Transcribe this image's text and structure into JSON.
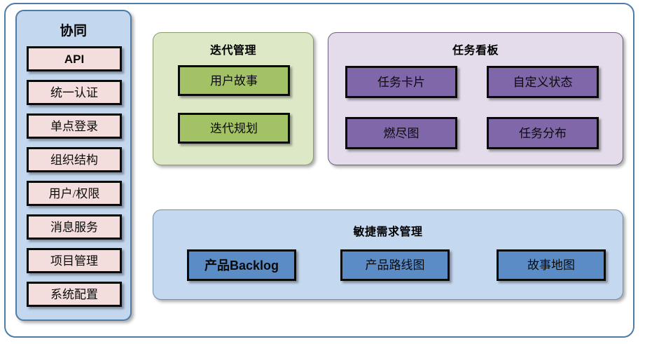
{
  "diagram": {
    "sidebar": {
      "title": "协同",
      "items": [
        {
          "label": "API",
          "style": "sans"
        },
        {
          "label": "统一认证",
          "style": "serif"
        },
        {
          "label": "单点登录",
          "style": "serif"
        },
        {
          "label": "组织结构",
          "style": "serif"
        },
        {
          "label": "用户/权限",
          "style": "serif"
        },
        {
          "label": "消息服务",
          "style": "serif"
        },
        {
          "label": "项目管理",
          "style": "serif"
        },
        {
          "label": "系统配置",
          "style": "serif"
        }
      ]
    },
    "iteration": {
      "title": "迭代管理",
      "items": [
        {
          "label": "用户故事"
        },
        {
          "label": "迭代规划"
        }
      ]
    },
    "taskboard": {
      "title": "任务看板",
      "items": [
        {
          "label": "任务卡片"
        },
        {
          "label": "自定义状态"
        },
        {
          "label": "燃尽图"
        },
        {
          "label": "任务分布"
        }
      ]
    },
    "agile": {
      "title": "敏捷需求管理",
      "items": [
        {
          "label": "产品Backlog",
          "style": "sans"
        },
        {
          "label": "产品路线图",
          "style": "serif"
        },
        {
          "label": "故事地图",
          "style": "serif"
        }
      ]
    }
  },
  "colors": {
    "frame_border": "#4f7ba8",
    "sidebar_fill": "#c3d7ef",
    "sidebar_item_fill": "#f3dedd",
    "iteration_fill": "#dde8c7",
    "iteration_item_fill": "#a3c265",
    "taskboard_fill": "#e4dcea",
    "taskboard_item_fill": "#8067a9",
    "agile_fill": "#c4d8ef",
    "agile_item_fill": "#5b8cc6",
    "item_border": "#0a0a0a"
  }
}
